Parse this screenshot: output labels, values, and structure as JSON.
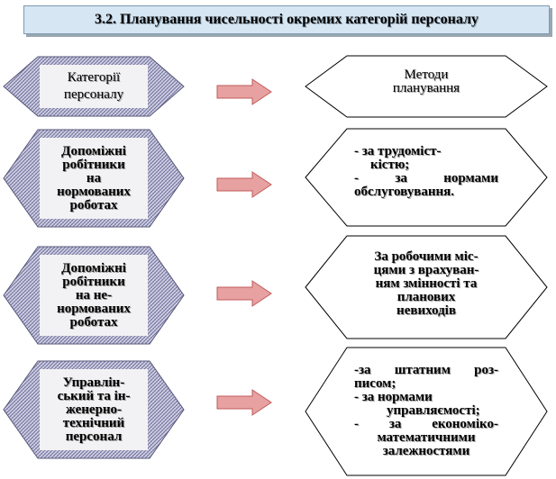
{
  "title": "3.2. Планування чисельності окремих категорій персоналу",
  "rows": [
    {
      "category": [
        "Категорії",
        "персоналу"
      ],
      "methods": [
        "Методи",
        "планування"
      ]
    },
    {
      "category": [
        "Допоміжні",
        "робітники",
        "на",
        "нормованих",
        "роботах"
      ],
      "methods": [
        "- за трудоміст-",
        "кістю;",
        "-",
        "за",
        "нормами",
        "обслуговування."
      ]
    },
    {
      "category": [
        "Допоміжні",
        "робітники",
        "на  не-",
        "нормованих",
        "роботах"
      ],
      "methods": [
        "За робочими міс-",
        "цями з врахуван-",
        "ням змінності та",
        "планових",
        "невиходів"
      ]
    },
    {
      "category": [
        "Управлін-",
        "ський та ін-",
        "женерно-",
        "технічний",
        "персонал"
      ],
      "methods": [
        "-за",
        "штатним",
        "роз-",
        "писом;",
        "-",
        "за нормами",
        "управляємості;",
        "-",
        "за",
        "економіко-",
        "математичними",
        "залежностями"
      ]
    }
  ],
  "colors": {
    "title_bg": "#d6e6f3",
    "hex_pattern_fg": "#6d6d9a",
    "hex_inner_fill": "#f2f2f4",
    "arrow_fill": "#e7a1a1",
    "arrow_stroke": "#c05b5b"
  }
}
